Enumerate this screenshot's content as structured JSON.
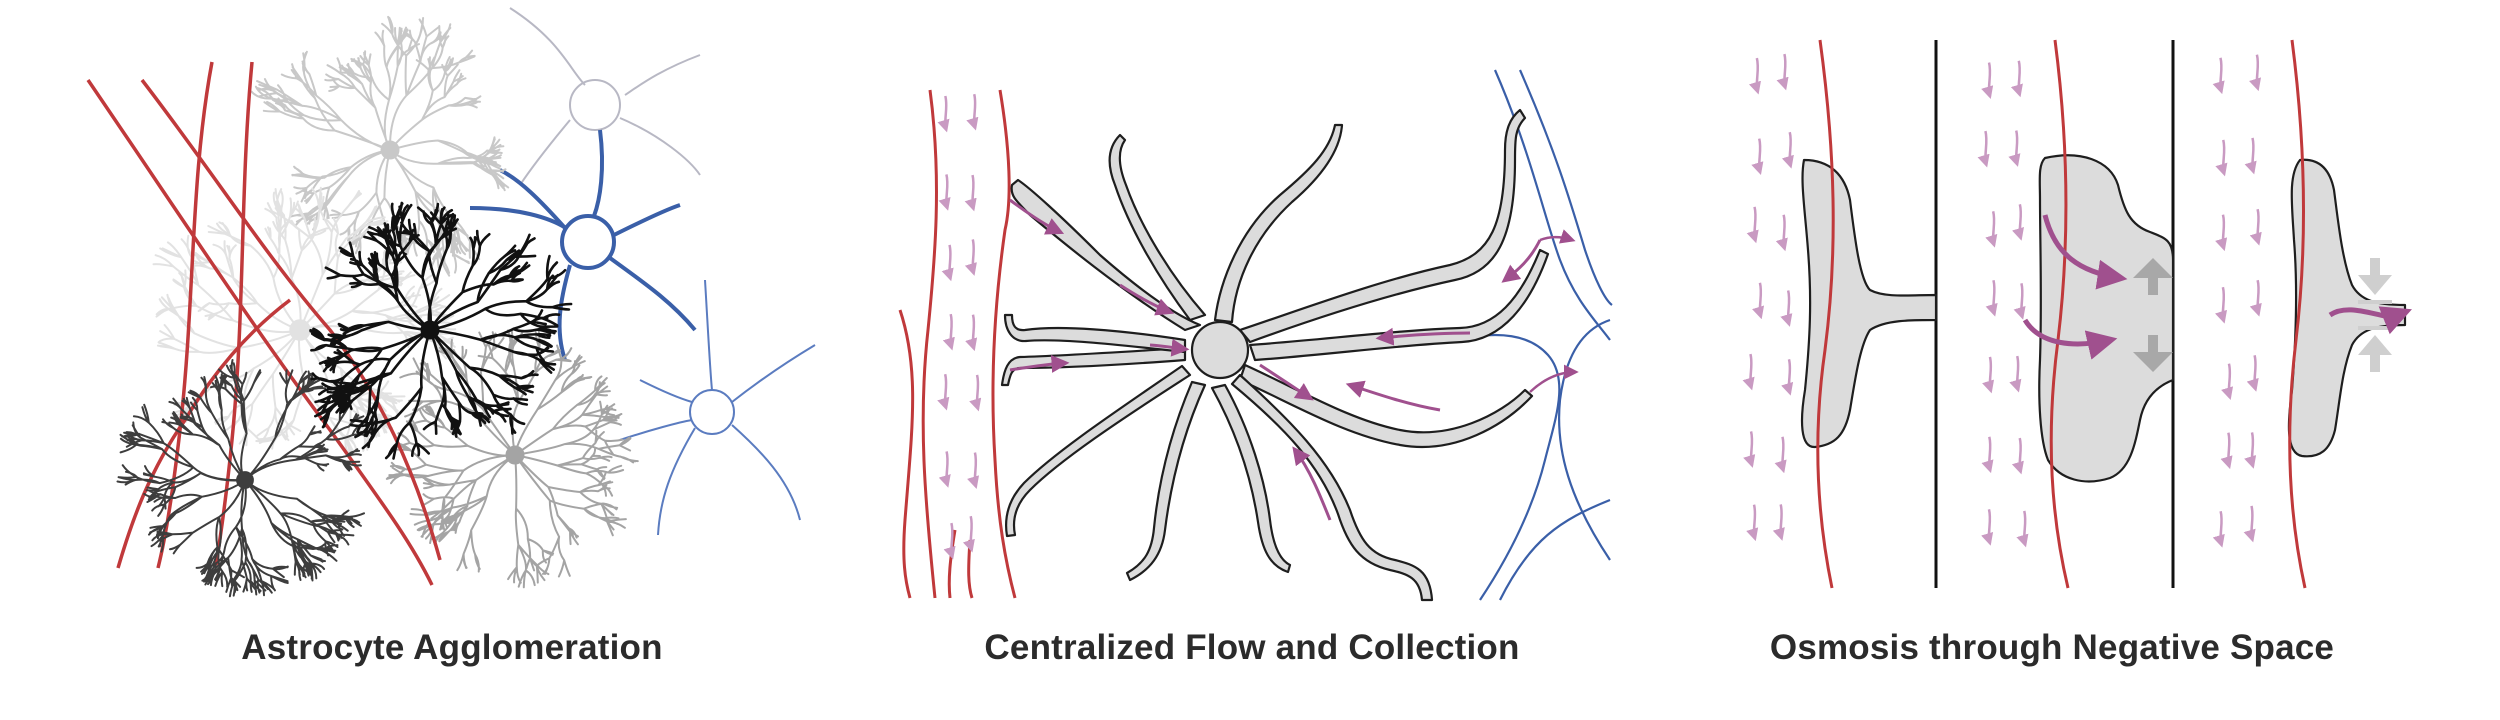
{
  "panels": [
    {
      "id": "astrocyte-agglomeration",
      "caption": "Astrocyte Agglomeration"
    },
    {
      "id": "centralized-flow-and-collection",
      "caption": "Centralized Flow and Collection"
    },
    {
      "id": "osmosis-through-negative-space",
      "caption": "Osmosis through Negative Space"
    }
  ],
  "colors": {
    "vessel_red": "#c0393b",
    "neuron_blue": "#3a5fa8",
    "flow_purple": "#a0508e",
    "flow_purple_light": "#c99ac2",
    "cell_fill": "#dcdcdc",
    "outline": "#1e1e1e",
    "pressure_gray": "#a8a8a8"
  }
}
